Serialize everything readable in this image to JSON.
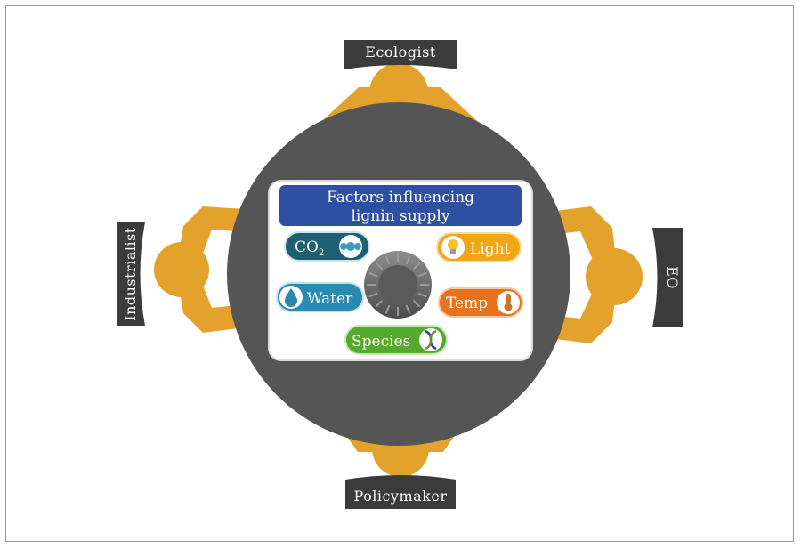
{
  "title": {
    "line1": "Factors influencing",
    "line2": "lignin supply"
  },
  "stakeholders": {
    "top": "Ecologist",
    "left": "Industrialist",
    "right": "EO",
    "bottom": "Policymaker"
  },
  "factors": {
    "co2": {
      "label_main": "CO",
      "label_sub": "2",
      "color": "#1f5f73",
      "icon": "molecule-icon"
    },
    "light": {
      "label": "Light",
      "color": "#f2a516",
      "icon": "lightbulb-icon"
    },
    "water": {
      "label": "Water",
      "color": "#2a8ab0",
      "icon": "water-drop-icon"
    },
    "temp": {
      "label": "Temp",
      "color": "#e8731f",
      "icon": "thermometer-icon"
    },
    "species": {
      "label": "Species",
      "color": "#55aa2e",
      "icon": "dna-icon"
    }
  },
  "colors": {
    "table": "#555555",
    "board": "#ffffff",
    "title_bar": "#2f4fa3",
    "person": "#e3a22b",
    "plaque": "#3b3b3b",
    "dial": "#6a6a6a"
  }
}
